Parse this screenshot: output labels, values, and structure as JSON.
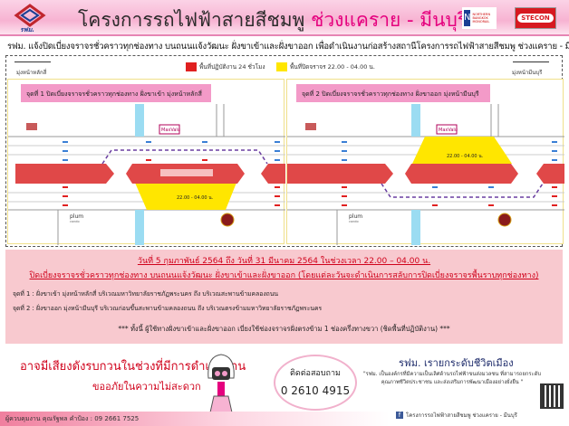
{
  "header": {
    "logo_text": "รฟม.",
    "title_main": "โครงการรถไฟฟ้าสายสีชมพู",
    "title_highlight": "ช่วงแคราย - มีนบุรี",
    "partner_logo_1": "NORTHERN BANGKOK MONORAIL",
    "partner_logo_2": "STECON"
  },
  "subtitle": "รฟม. แจ้งปิดเบี่ยงจราจรชั่วคราวทุกช่องทาง บนถนนแจ้งวัฒนะ ฝั่งขาเข้าและฝั่งขาออก เพื่อดำเนินงานก่อสร้างสถานีโครงการรถไฟฟ้าสายสีชมพู ช่วงแคราย - มีนบุรี",
  "legend": [
    {
      "label": "พื้นที่ปฏิบัติงาน 24 ชั่วโมง",
      "color": "#e02020"
    },
    {
      "label": "พื้นที่ปิดจราจร 22.00 - 04.00 น.",
      "color": "#ffe600"
    }
  ],
  "directions": {
    "left": "มุ่งหน้าหลักสี่",
    "right": "มุ่งหน้ามีนบุรี"
  },
  "panels": [
    {
      "title": "จุดที่ 1 ปิดเบี่ยงจราจรชั่วคราวทุกช่องทาง ฝั่งขาเข้า มุ่งหน้าหลักสี่",
      "landmark": "MaxValu",
      "condo": "plum",
      "condo_sub": "condo",
      "time": "22.00 - 04.00 น."
    },
    {
      "title": "จุดที่ 2 ปิดเบี่ยงจราจรชั่วคราวทุกช่องทาง ฝั่งขาออก มุ่งหน้ามีนบุรี",
      "landmark": "MaxValu",
      "condo": "plum",
      "condo_sub": "condo",
      "time": "22.00 - 04.00 น."
    }
  ],
  "info": {
    "date_line": "วันที่ 5 กุมภาพันธ์ 2564 ถึง วันที่ 31 มีนาคม 2564 ในช่วงเวลา 22.00 – 04.00 น.",
    "closure_line": "ปิดเบี่ยงจราจรชั่วคราวทุกช่องทาง บนถนนแจ้งวัฒนะ ฝั่งขาเข้าและฝั่งขาออก (โดยแต่ละวันจะดำเนินการสลับการปิดเบี่ยงจราจรพื้นราบทุกช่องทาง)",
    "point1": "จุดที่ 1 : ฝั่งขาเข้า มุ่งหน้าหลักสี่ บริเวณมหาวิทยาลัยราชภัฏพระนคร ถึง บริเวณสะพานข้ามคลองถนน",
    "point2": "จุดที่ 2 : ฝั่งขาออก มุ่งหน้ามีนบุรี บริเวณก่อนขึ้นสะพานข้ามคลองถนน ถึง บริเวณตรงข้ามมหาวิทยาลัยราชภัฏพระนคร",
    "note": "*** ทั้งนี้ ผู้ใช้ทางฝั่งขาเข้าและฝั่งขาออก เบี่ยงใช้ช่องจราจรฝั่งตรงข้าม 1 ช่องครึ่งทางขวา (ชิดพื้นที่ปฏิบัติงาน) ***"
  },
  "bottom": {
    "noise_line1": "อาจมีเสียงดังรบกวนในช่วงที่มีการดำเนินงาน",
    "noise_line2": "ขออภัยในความไม่สะดวก",
    "contact_label": "ติดต่อสอบถาม",
    "contact_phone": "0 2610 4915",
    "slogan": "รฟม. เรายกระดับชีวิตเมือง",
    "quote": "\"รฟม. เป็นองค์กรที่มีความเป็นเลิศด้านรถไฟฟ้าขนส่งมวลชน ที่สามารถยกระดับคุณภาพชีวิตประชาชน และส่งเสริมการพัฒนาเมืองอย่างยั่งยืน \"",
    "facebook": "โครงการรถไฟฟ้าสายสีชมพู ช่วงแคราย - มีนบุรี",
    "supervisor": "ผู้ควบคุมงาน คุณรัฐพล คำป้อง : 09 2661 7525"
  }
}
